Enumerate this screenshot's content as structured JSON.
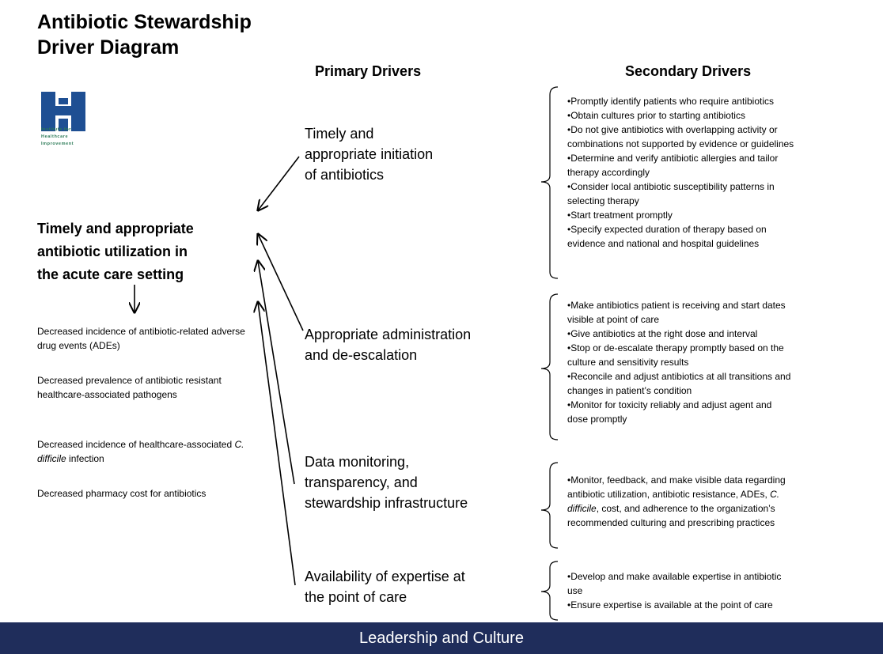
{
  "title": {
    "line1": "Antibiotic Stewardship",
    "line2": "Driver Diagram"
  },
  "logo": {
    "text_lines": [
      "Institute for",
      "Healthcare",
      "Improvement"
    ],
    "color": "#1e4f93"
  },
  "headers": {
    "primary": "Primary Drivers",
    "secondary": "Secondary Drivers"
  },
  "aim": {
    "lines": [
      "Timely and appropriate",
      "antibiotic utilization in",
      "the acute care setting"
    ]
  },
  "outcomes": [
    {
      "text": "Decreased  incidence of antibiotic-related adverse drug events (ADEs)"
    },
    {
      "text": "Decreased prevalence of antibiotic resistant healthcare-associated pathogens"
    },
    {
      "before": "Decreased incidence of healthcare-associated ",
      "italic": "C. difficile",
      "after": " infection"
    },
    {
      "text": "Decreased pharmacy cost for antibiotics"
    }
  ],
  "primary_drivers": [
    {
      "lines": [
        "Timely and",
        "appropriate initiation",
        "of antibiotics"
      ]
    },
    {
      "lines": [
        "Appropriate administration",
        "and de-escalation"
      ]
    },
    {
      "lines": [
        "Data monitoring,",
        "transparency, and",
        "stewardship infrastructure"
      ]
    },
    {
      "lines": [
        "Availability of expertise at",
        "the point of care"
      ]
    }
  ],
  "secondary_drivers": [
    [
      "•Promptly identify patients who require antibiotics",
      "•Obtain cultures prior to starting antibiotics",
      "•Do not give antibiotics with overlapping activity or",
      "combinations not supported by evidence or guidelines",
      "•Determine and verify antibiotic allergies and tailor",
      "therapy accordingly",
      "•Consider local antibiotic susceptibility patterns in",
      "selecting therapy",
      "•Start treatment promptly",
      "•Specify expected duration of therapy based on",
      "evidence and national and hospital guidelines"
    ],
    [
      "•Make antibiotics patient is receiving and start dates",
      "visible at point of care",
      "•Give antibiotics at the right dose and interval",
      "•Stop or de-escalate therapy promptly based on the",
      "culture and sensitivity results",
      "•Reconcile and adjust antibiotics at all transitions and",
      "changes in patient’s condition",
      "•Monitor for toxicity reliably and adjust agent and",
      "dose promptly"
    ],
    {
      "line1": "•Monitor, feedback, and make visible data regarding",
      "line2": "antibiotic utilization, antibiotic resistance, ADEs, ",
      "line2_italic": "C.",
      "line3_italic": "difficile",
      "line3": ", cost, and adherence to the organization’s",
      "line4": "recommended culturing and prescribing practices"
    },
    [
      "•Develop and make available expertise in antibiotic",
      "use",
      "•Ensure expertise is available at the point of care"
    ]
  ],
  "footer": {
    "label": "Leadership and Culture",
    "color": "#1f2d5b"
  }
}
